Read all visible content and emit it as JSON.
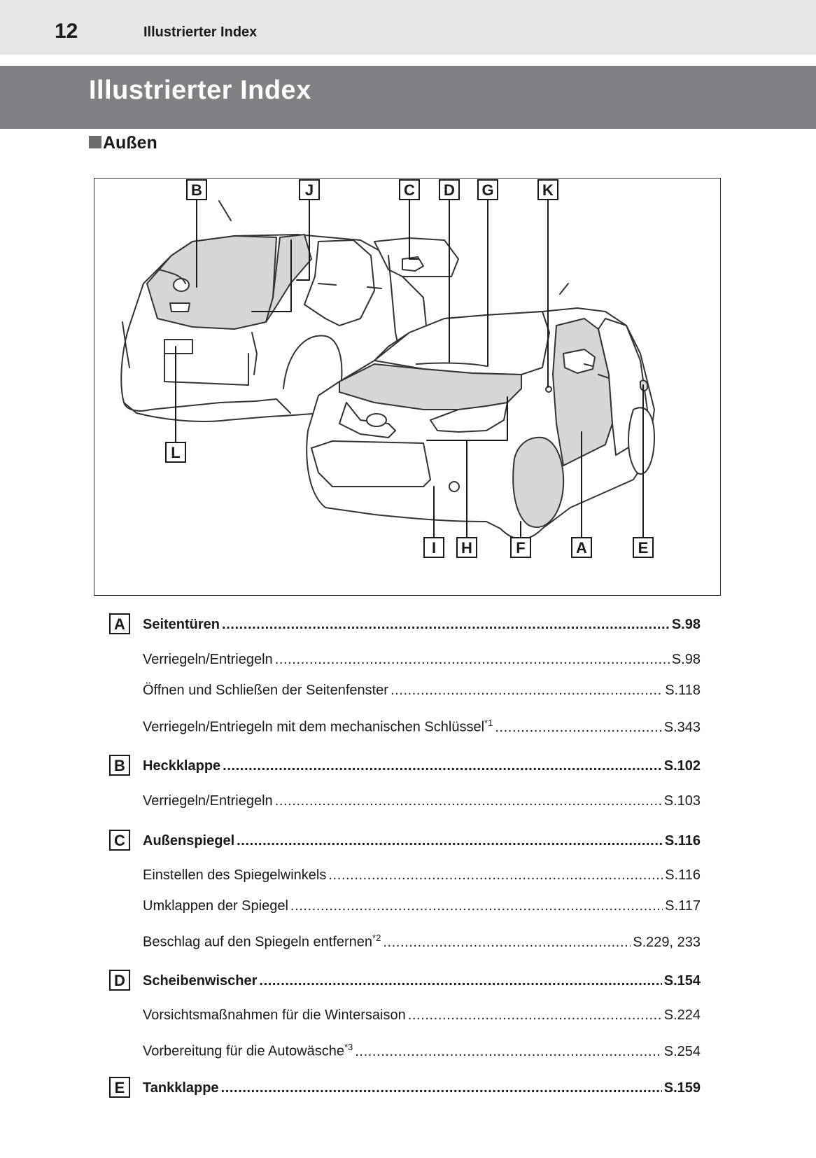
{
  "header": {
    "page_number": "12",
    "running_title": "Illustrierter Index"
  },
  "title": "Illustrierter Index",
  "section": {
    "icon": "gray-square-icon",
    "heading": "Außen"
  },
  "figure": {
    "callouts": [
      "B",
      "J",
      "C",
      "D",
      "G",
      "K",
      "L",
      "I",
      "H",
      "F",
      "A",
      "E"
    ]
  },
  "entries": [
    {
      "letter": "A",
      "main": {
        "text": "Seitentüren",
        "page": "S.98"
      },
      "subs": [
        {
          "text": "Verriegeln/Entriegeln",
          "sup": "",
          "page": "S.98"
        },
        {
          "text": "Öffnen und Schließen der Seitenfenster",
          "sup": "",
          "page": "S.118"
        },
        {
          "text": "Verriegeln/Entriegeln mit dem mechanischen Schlüssel",
          "sup": "*1",
          "page": "S.343"
        }
      ]
    },
    {
      "letter": "B",
      "main": {
        "text": "Heckklappe",
        "page": "S.102"
      },
      "subs": [
        {
          "text": "Verriegeln/Entriegeln",
          "sup": "",
          "page": "S.103"
        }
      ]
    },
    {
      "letter": "C",
      "main": {
        "text": "Außenspiegel",
        "page": "S.116"
      },
      "subs": [
        {
          "text": "Einstellen des Spiegelwinkels",
          "sup": "",
          "page": "S.116"
        },
        {
          "text": "Umklappen der Spiegel",
          "sup": "",
          "page": "S.117"
        },
        {
          "text": "Beschlag auf den Spiegeln entfernen",
          "sup": "*2",
          "page": "S.229, 233"
        }
      ]
    },
    {
      "letter": "D",
      "main": {
        "text": "Scheibenwischer",
        "page": "S.154"
      },
      "subs": [
        {
          "text": "Vorsichtsmaßnahmen für die Wintersaison",
          "sup": "",
          "page": "S.224"
        },
        {
          "text": "Vorbereitung für die Autowäsche",
          "sup": "*3",
          "page": "S.254"
        }
      ]
    },
    {
      "letter": "E",
      "main": {
        "text": "Tankklappe",
        "page": "S.159"
      },
      "subs": []
    }
  ]
}
